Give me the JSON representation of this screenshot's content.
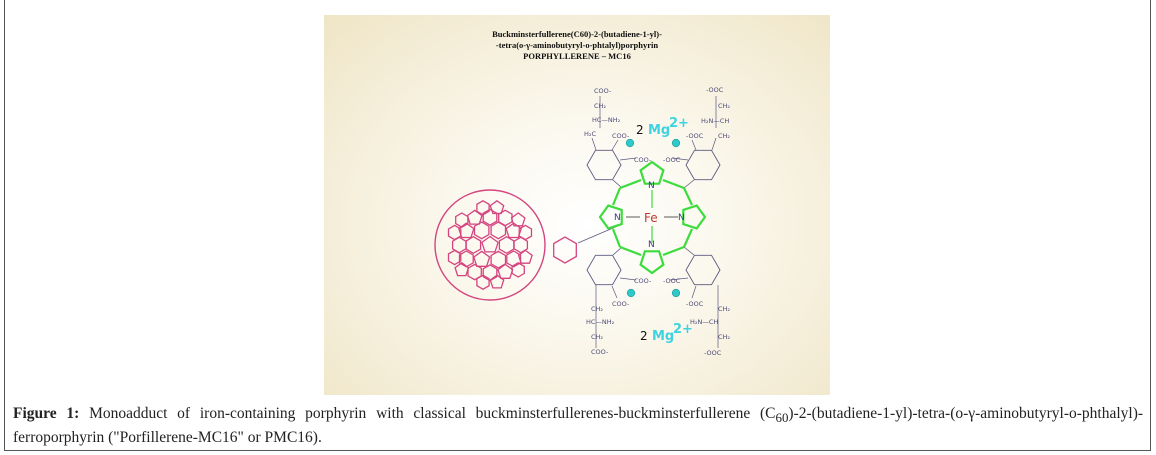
{
  "figure": {
    "title_lines": [
      "Buckminsterfullerene(C60)-2-(butadiene-1-yl)-",
      "-tetra(o-γ-aminobutyryl-o-phtalyl)porphyrin",
      "PORPHYLLERENE – MC16"
    ],
    "labels": {
      "coo": "COO-",
      "ooc": "-OOC",
      "ch2": "CH₂",
      "h2c": "H₂C",
      "hc_nh2": "HC—NH₂",
      "h2n_ch": "H₂N—CH",
      "n": "N",
      "fe": "Fe",
      "mg_count": "2",
      "mg": "Mg",
      "mg_charge": "2+"
    },
    "colors": {
      "fullerene": "#d4457f",
      "porphyrin": "#3ddc3d",
      "magnesium": "#3fd3e0",
      "iron": "#c0392b",
      "bonds": "#5a5a80"
    }
  },
  "caption": {
    "label": "Figure 1:",
    "text_before_sub": " Monoadduct of iron-containing porphyrin with classical buckminsterfullerenes-buckminsterfullerene (C",
    "subscript": "60",
    "text_after_sub": ")-2-(butadiene-1-yl)-tetra-(o-γ-aminobutyryl-o-phthalyl)-ferroporphyrin (\"Porfillerene-MC16\" or PMC16)."
  }
}
